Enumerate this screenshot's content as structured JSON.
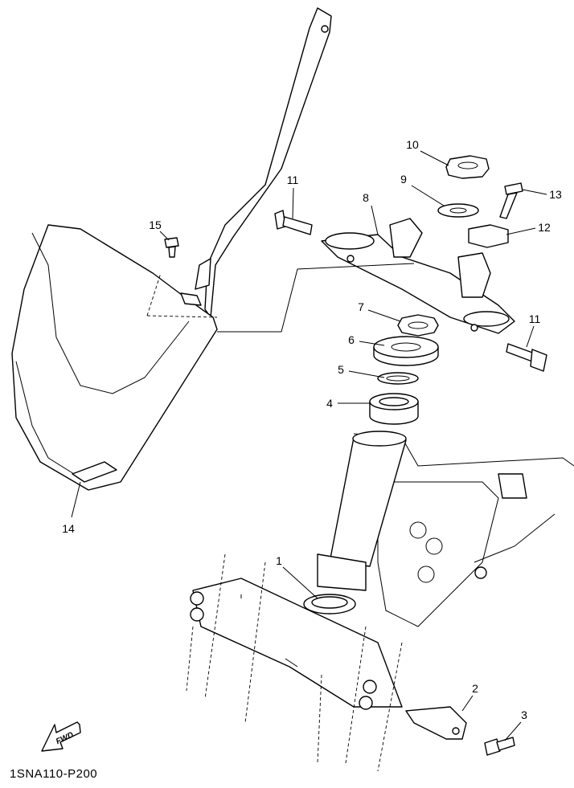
{
  "diagram": {
    "code": "1SNA110-P200",
    "fwd_label": "FWD",
    "callouts": [
      "1",
      "2",
      "3",
      "4",
      "5",
      "6",
      "7",
      "8",
      "9",
      "10",
      "11",
      "11",
      "12",
      "13",
      "14",
      "15"
    ]
  }
}
